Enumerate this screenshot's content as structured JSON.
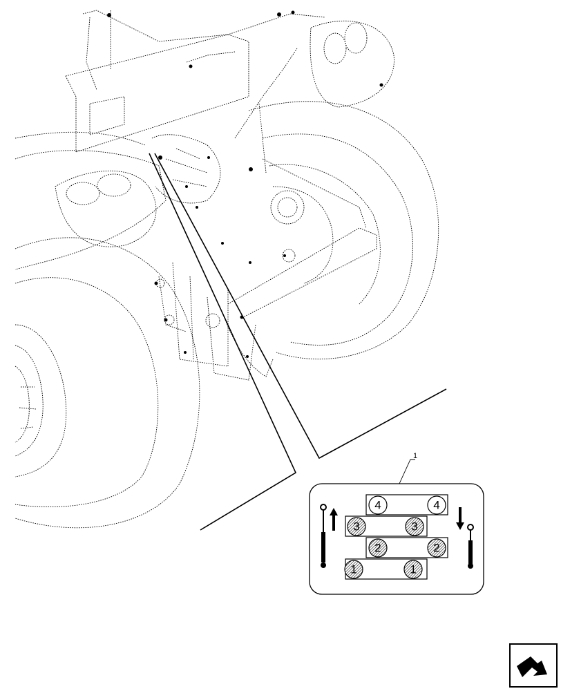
{
  "callout": {
    "number": "1"
  },
  "coupler_panel": {
    "rows": [
      {
        "number": "4",
        "pattern": "plain"
      },
      {
        "number": "3",
        "pattern": "hatched"
      },
      {
        "number": "2",
        "pattern": "hatched"
      },
      {
        "number": "1",
        "pattern": "hatched"
      }
    ],
    "left_arrow": "up",
    "right_arrow": "down"
  },
  "icons": {
    "cylinder_left": "hydraulic-cylinder-icon",
    "cylinder_right": "hydraulic-cylinder-icon",
    "nav": "return-arrow-icon"
  },
  "colors": {
    "line": "#000000",
    "background": "#ffffff",
    "hatch": "#555555"
  }
}
